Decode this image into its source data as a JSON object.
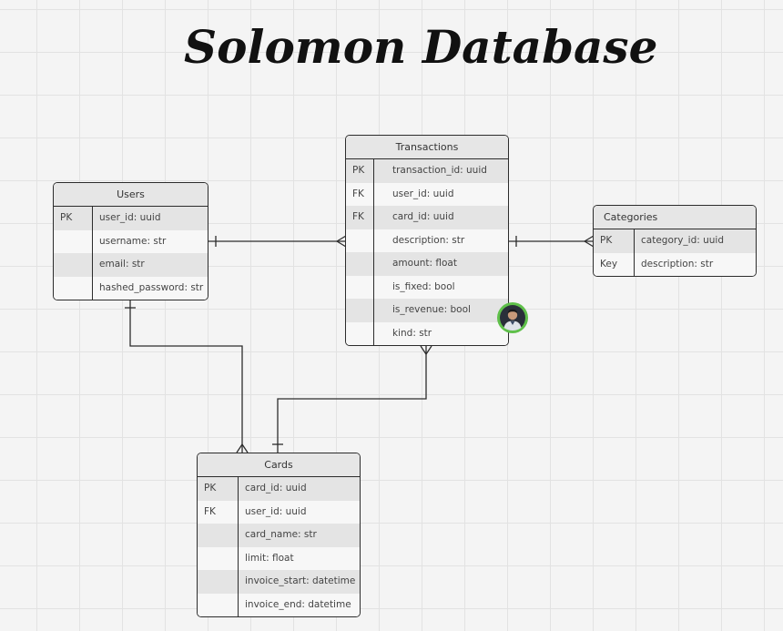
{
  "title": "Solomon Database",
  "tables": {
    "users": {
      "name": "Users",
      "rows": [
        {
          "key": "PK",
          "field": "user_id: uuid"
        },
        {
          "key": "",
          "field": "username: str"
        },
        {
          "key": "",
          "field": "email: str"
        },
        {
          "key": "",
          "field": "hashed_password: str"
        }
      ]
    },
    "transactions": {
      "name": "Transactions",
      "rows": [
        {
          "key": "PK",
          "field": "transaction_id: uuid"
        },
        {
          "key": "FK",
          "field": "user_id: uuid"
        },
        {
          "key": "FK",
          "field": "card_id: uuid"
        },
        {
          "key": "",
          "field": "description: str"
        },
        {
          "key": "",
          "field": "amount: float"
        },
        {
          "key": "",
          "field": "is_fixed: bool"
        },
        {
          "key": "",
          "field": "is_revenue: bool"
        },
        {
          "key": "",
          "field": "kind: str"
        }
      ]
    },
    "categories": {
      "name": "Categories",
      "rows": [
        {
          "key": "PK",
          "field": "category_id: uuid"
        },
        {
          "key": "Key",
          "field": "description: str"
        }
      ]
    },
    "cards": {
      "name": "Cards",
      "rows": [
        {
          "key": "PK",
          "field": "card_id: uuid"
        },
        {
          "key": "FK",
          "field": "user_id: uuid"
        },
        {
          "key": "",
          "field": "card_name: str"
        },
        {
          "key": "",
          "field": "limit: float"
        },
        {
          "key": "",
          "field": "invoice_start: datetime"
        },
        {
          "key": "",
          "field": "invoice_end: datetime"
        }
      ]
    }
  },
  "relationships": [
    {
      "from": "users",
      "to": "transactions",
      "from_end": "one",
      "to_end": "many"
    },
    {
      "from": "categories",
      "to": "transactions",
      "from_end": "many",
      "to_end": "one"
    },
    {
      "from": "users",
      "to": "cards",
      "from_end": "one",
      "to_end": "many"
    },
    {
      "from": "transactions",
      "to": "cards",
      "from_end": "many",
      "to_end": "one"
    }
  ],
  "colors": {
    "line": "#2c2c2c",
    "header_bg": "#e6e6e6",
    "row_a": "#e4e4e4",
    "row_b": "#f7f7f7",
    "avatar_ring": "#5fc04a"
  },
  "icons": {
    "avatar": "user-avatar-icon"
  }
}
